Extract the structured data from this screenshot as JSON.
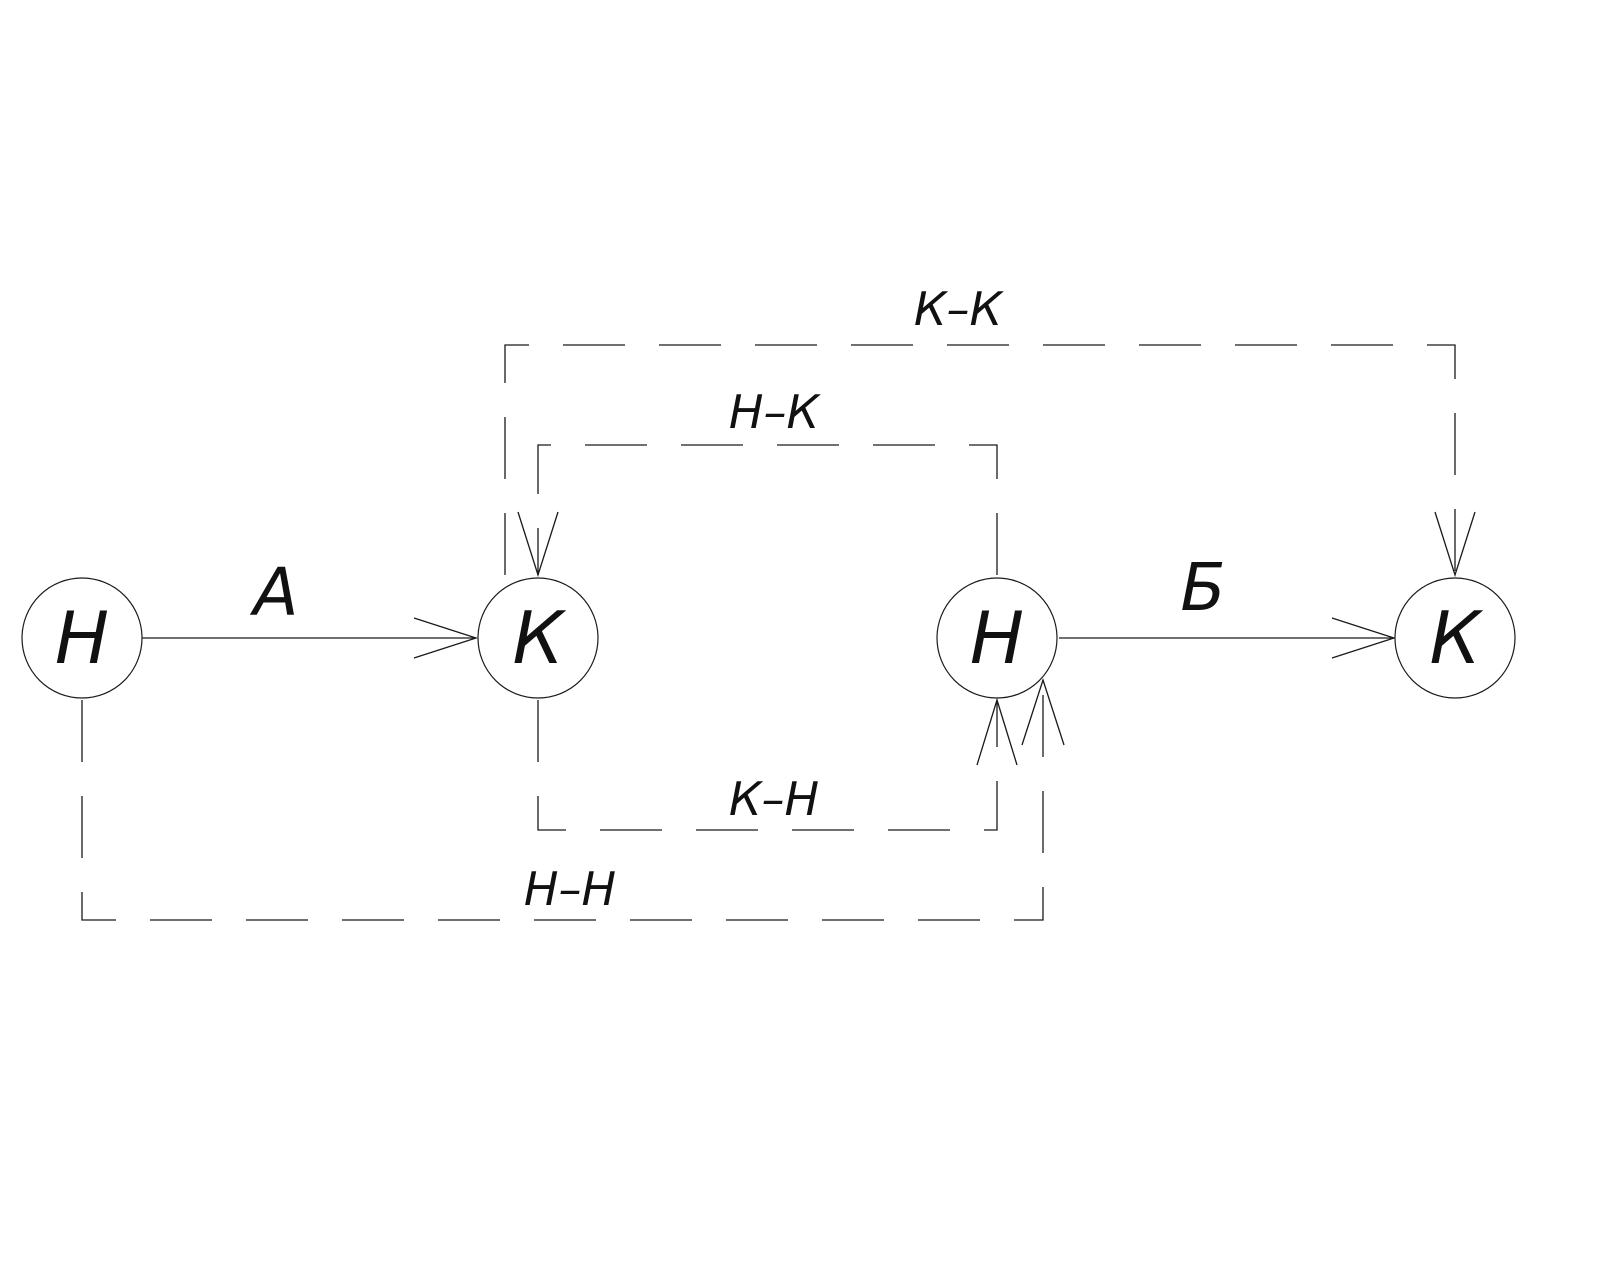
{
  "diagram": {
    "nodes": [
      {
        "id": "n1",
        "letter": "Н"
      },
      {
        "id": "k1",
        "letter": "К"
      },
      {
        "id": "n2",
        "letter": "Н"
      },
      {
        "id": "k2",
        "letter": "К"
      }
    ],
    "activities": [
      {
        "id": "a",
        "label": "А",
        "from": "n1",
        "to": "k1"
      },
      {
        "id": "b",
        "label": "Б",
        "from": "n2",
        "to": "k2"
      }
    ],
    "links": [
      {
        "id": "kk",
        "label": "К–К",
        "from": "k1",
        "to": "k2",
        "style": "dashed"
      },
      {
        "id": "nk",
        "label": "Н–К",
        "from": "n2",
        "to": "k1",
        "style": "dashed"
      },
      {
        "id": "kn",
        "label": "К–Н",
        "from": "k1",
        "to": "n2",
        "style": "dashed"
      },
      {
        "id": "nn",
        "label": "Н–Н",
        "from": "n1",
        "to": "n2",
        "style": "dashed"
      }
    ]
  }
}
